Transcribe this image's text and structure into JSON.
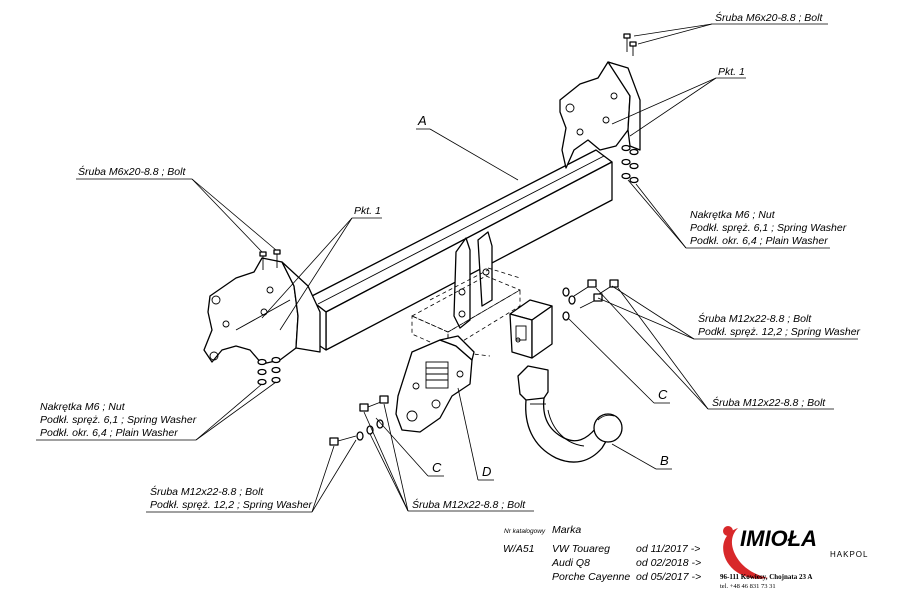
{
  "labels": {
    "bolt_top": "Śruba M6x20-8.8 ;  Bolt",
    "pkt1_top": "Pkt. 1",
    "letter_a": "A",
    "bolt_left": "Śruba M6x20-8.8 ;  Bolt",
    "pkt1_left": "Pkt. 1",
    "nut_right": {
      "line1": "Nakrętka  M6 ; Nut",
      "line2": "Podkł. spręż. 6,1 ; Spring Washer",
      "line3": "Podkł. okr.  6,4 ; Plain Washer"
    },
    "bolt_m12_right": {
      "line1": "Śruba M12x22-8.8 ;  Bolt",
      "line2": "Podkł. spręż. 12,2 ; Spring Washer"
    },
    "bolt_m12_right2": "Śruba M12x22-8.8 ;  Bolt",
    "letter_c_right": "C",
    "nut_left": {
      "line1": "Nakrętka  M6 ; Nut",
      "line2": "Podkł. spręż. 6,1 ; Spring Washer",
      "line3": "Podkł. okr.  6,4 ; Plain Washer"
    },
    "letter_c_left": "C",
    "letter_d": "D",
    "letter_b": "B",
    "bolt_m12_left": {
      "line1": "Śruba M12x22-8.8 ;  Bolt",
      "line2": "Podkł. spręż. 12,2 ; Spring Washer"
    },
    "bolt_m12_bottom": "Śruba M12x22-8.8 ;  Bolt"
  },
  "footer": {
    "catalog_header": "Nr katalogowy",
    "brand_header": "Marka",
    "catalog_number": "W/A51",
    "rows": [
      {
        "model": "VW Touareg",
        "date": "od  11/2017 ->"
      },
      {
        "model": "Audi Q8",
        "date": "od  02/2018 ->"
      },
      {
        "model": "Porche Cayenne",
        "date": "od  05/2017 ->"
      }
    ]
  },
  "logo": {
    "name": "IMIOŁA",
    "sub": "HAKPOL",
    "address": "96-111 Kowiesy, Chojnata 23 A",
    "phone": "tel. +48 46 831 73 31",
    "accent_color": "#d8282a"
  }
}
